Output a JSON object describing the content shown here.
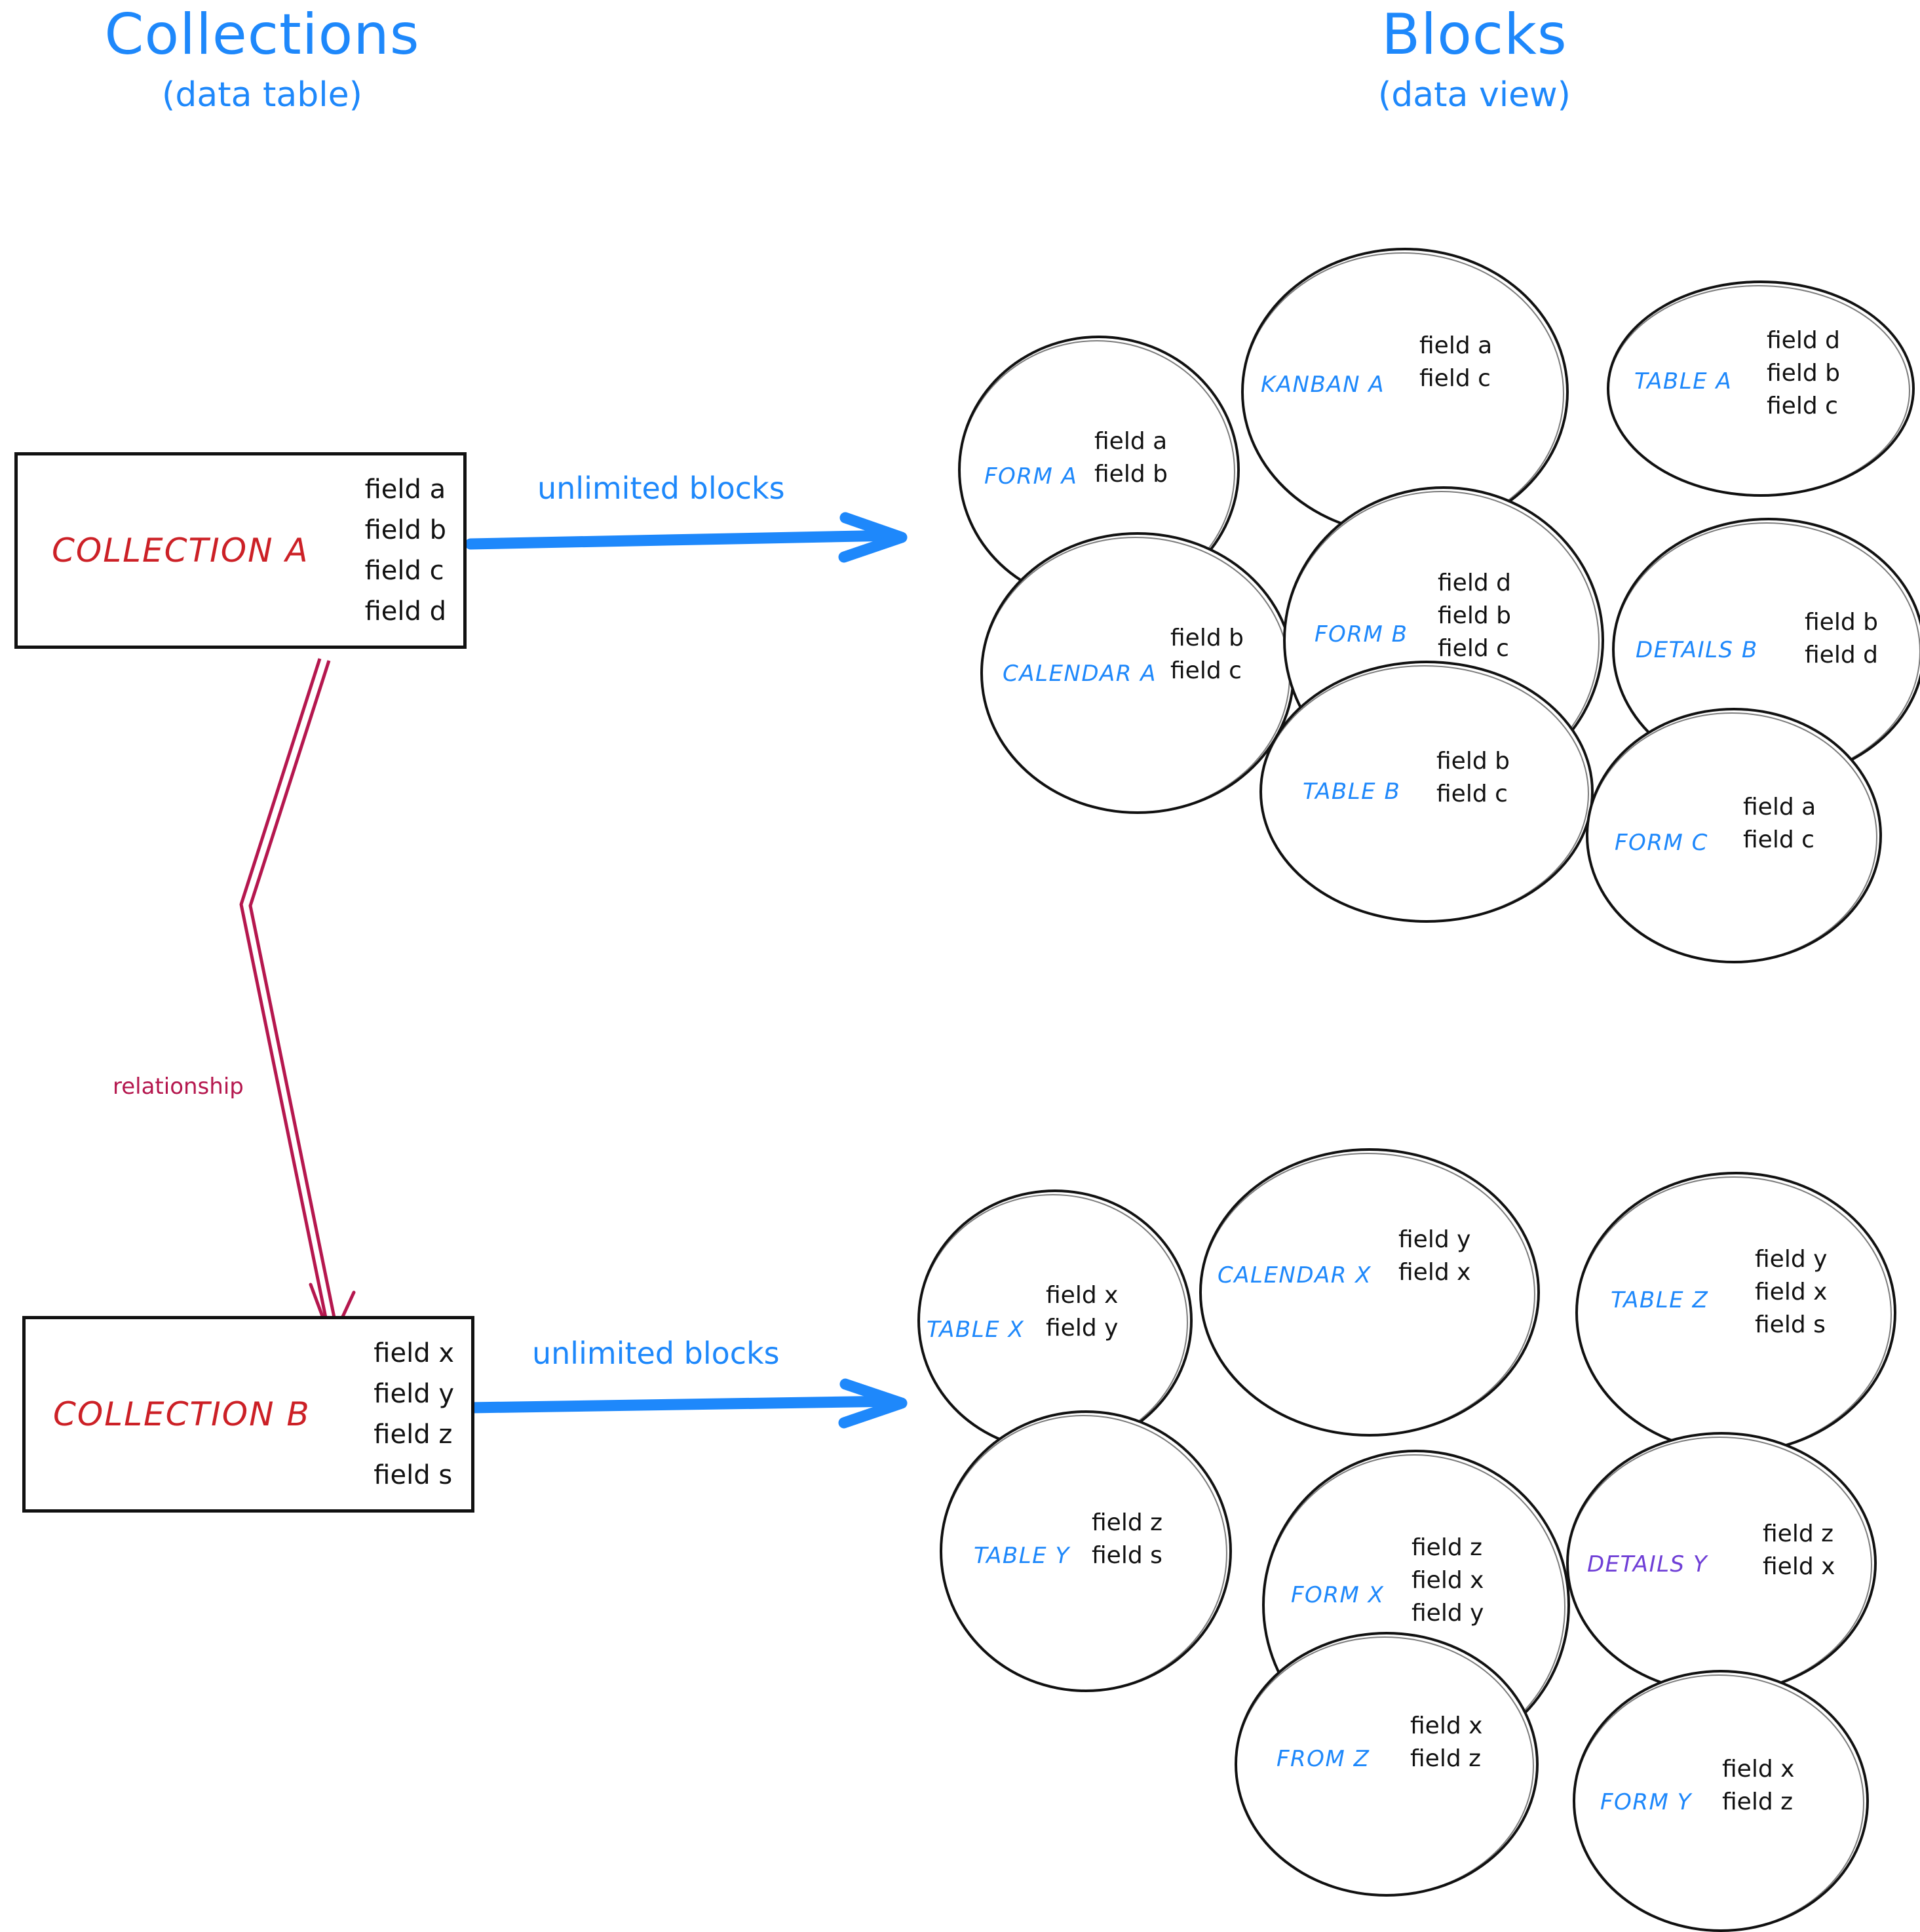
{
  "headings": {
    "left": {
      "title": "Collections",
      "subtitle": "(data table)"
    },
    "right": {
      "title": "Blocks",
      "subtitle": "(data view)"
    }
  },
  "colors": {
    "accent_blue": "#1e88fb",
    "collection_red": "#cc2026",
    "relationship_crimson": "#b5174e",
    "details_purple": "#6f3fd6",
    "ink_black": "#111111"
  },
  "collections": [
    {
      "name": "COLLECTION A",
      "fields": [
        "field a",
        "field b",
        "field c",
        "field d"
      ],
      "arrow_label": "unlimited blocks"
    },
    {
      "name": "COLLECTION B",
      "fields": [
        "field x",
        "field y",
        "field z",
        "field s"
      ],
      "arrow_label": "unlimited blocks"
    }
  ],
  "relationship": {
    "label": "relationship"
  },
  "block_groups": [
    {
      "group": "collection-a-blocks",
      "blocks": [
        {
          "label": "FORM A",
          "label_color": "#1e88fb",
          "fields": [
            "field a",
            "field b"
          ]
        },
        {
          "label": "KANBAN A",
          "label_color": "#1e88fb",
          "fields": [
            "field a",
            "field c"
          ]
        },
        {
          "label": "TABLE A",
          "label_color": "#1e88fb",
          "fields": [
            "field d",
            "field b",
            "field c"
          ]
        },
        {
          "label": "CALENDAR A",
          "label_color": "#1e88fb",
          "fields": [
            "field b",
            "field c"
          ]
        },
        {
          "label": "FORM B",
          "label_color": "#1e88fb",
          "fields": [
            "field d",
            "field b",
            "field c"
          ]
        },
        {
          "label": "DETAILS B",
          "label_color": "#1e88fb",
          "fields": [
            "field b",
            "field d"
          ]
        },
        {
          "label": "TABLE B",
          "label_color": "#1e88fb",
          "fields": [
            "field b",
            "field c"
          ]
        },
        {
          "label": "FORM C",
          "label_color": "#1e88fb",
          "fields": [
            "field a",
            "field c"
          ]
        }
      ]
    },
    {
      "group": "collection-b-blocks",
      "blocks": [
        {
          "label": "TABLE X",
          "label_color": "#1e88fb",
          "fields": [
            "field x",
            "field y"
          ]
        },
        {
          "label": "CALENDAR X",
          "label_color": "#1e88fb",
          "fields": [
            "field y",
            "field x"
          ]
        },
        {
          "label": "TABLE Z",
          "label_color": "#1e88fb",
          "fields": [
            "field y",
            "field x",
            "field s"
          ]
        },
        {
          "label": "TABLE Y",
          "label_color": "#1e88fb",
          "fields": [
            "field z",
            "field s"
          ]
        },
        {
          "label": "FORM X",
          "label_color": "#1e88fb",
          "fields": [
            "field z",
            "field x",
            "field y"
          ]
        },
        {
          "label": "DETAILS Y",
          "label_color": "#6f3fd6",
          "fields": [
            "field z",
            "field x"
          ]
        },
        {
          "label": "FROM Z",
          "label_color": "#1e88fb",
          "fields": [
            "field x",
            "field z"
          ]
        },
        {
          "label": "FORM Y",
          "label_color": "#1e88fb",
          "fields": [
            "field x",
            "field z"
          ]
        }
      ]
    }
  ]
}
